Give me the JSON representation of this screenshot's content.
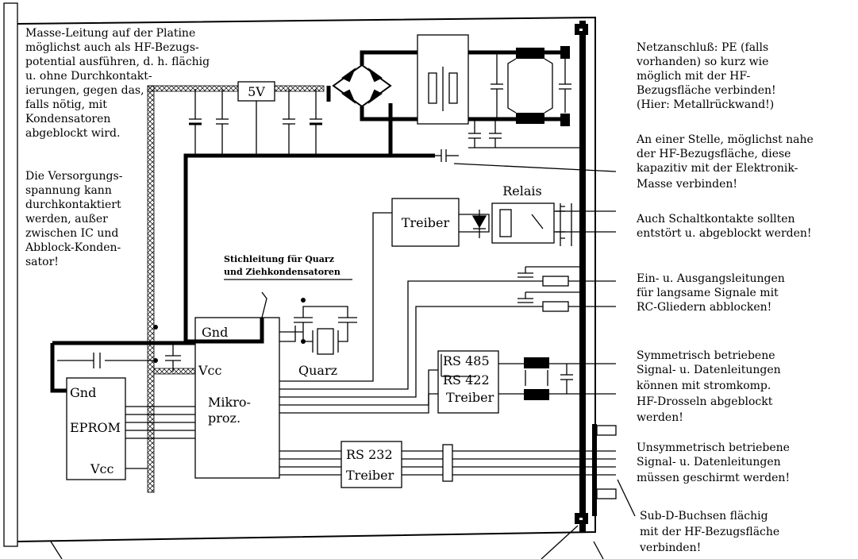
{
  "notes": {
    "left": [
      "Masse-Leitung auf der Platine",
      "möglichst auch als HF-Bezugs-",
      "potential ausführen, d. h. flächig",
      "u. ohne Durchkontakt-",
      "ierungen, gegen das,",
      "falls nötig, mit",
      "Kondensatoren",
      "abgeblockt wird."
    ],
    "left2": [
      "Die Versorgungs-",
      "spannung kann",
      "durchkontaktiert",
      "werden, außer",
      "zwischen IC und",
      "Abblock-Konden-",
      "sator!"
    ],
    "netz": [
      "Netzanschluß: PE (falls",
      "vorhanden) so kurz wie",
      "möglich mit der HF-",
      "Bezugsfläche verbinden!",
      "(Hier: Metallrückwand!)"
    ],
    "stelle": [
      "An einer Stelle, möglichst nahe",
      "der HF-Bezugsfläche, diese",
      "kapazitiv mit der Elektronik-",
      "Masse verbinden!"
    ],
    "schalt": [
      "Auch Schaltkontakte sollten",
      "entstört u. abgeblockt werden!"
    ],
    "ein": [
      "Ein- u. Ausgangsleitungen",
      "für langsame Signale mit",
      "RC-Gliedern abblocken!"
    ],
    "sym": [
      "Symmetrisch betriebene",
      "Signal- u. Datenleitungen",
      "können mit stromkomp.",
      "HF-Drosseln abgeblockt",
      "werden!"
    ],
    "unsym": [
      "Unsymmetrisch betriebene",
      "Signal- u. Datenleitungen",
      "müssen geschirmt werden!"
    ],
    "subd": [
      "Sub-D-Buchsen flächig",
      "mit der HF-Bezugsfläche",
      "verbinden!"
    ],
    "stich": [
      "Stichleitung für Quarz",
      "und Ziehkondensatoren"
    ]
  },
  "components": {
    "v5": "5V",
    "relais": "Relais",
    "treiber": "Treiber",
    "gnd": "Gnd",
    "vcc": "Vcc",
    "mikro1": "Mikro-",
    "mikro2": "proz.",
    "quarz": "Quarz",
    "eprom": "EPROM",
    "eprom_gnd": "Gnd",
    "eprom_vcc": "Vcc",
    "rs485": "RS 485",
    "rs422": "RS 422",
    "rs_treiber": "Treiber",
    "rs232": "RS 232",
    "rs232_treiber": "Treiber"
  }
}
